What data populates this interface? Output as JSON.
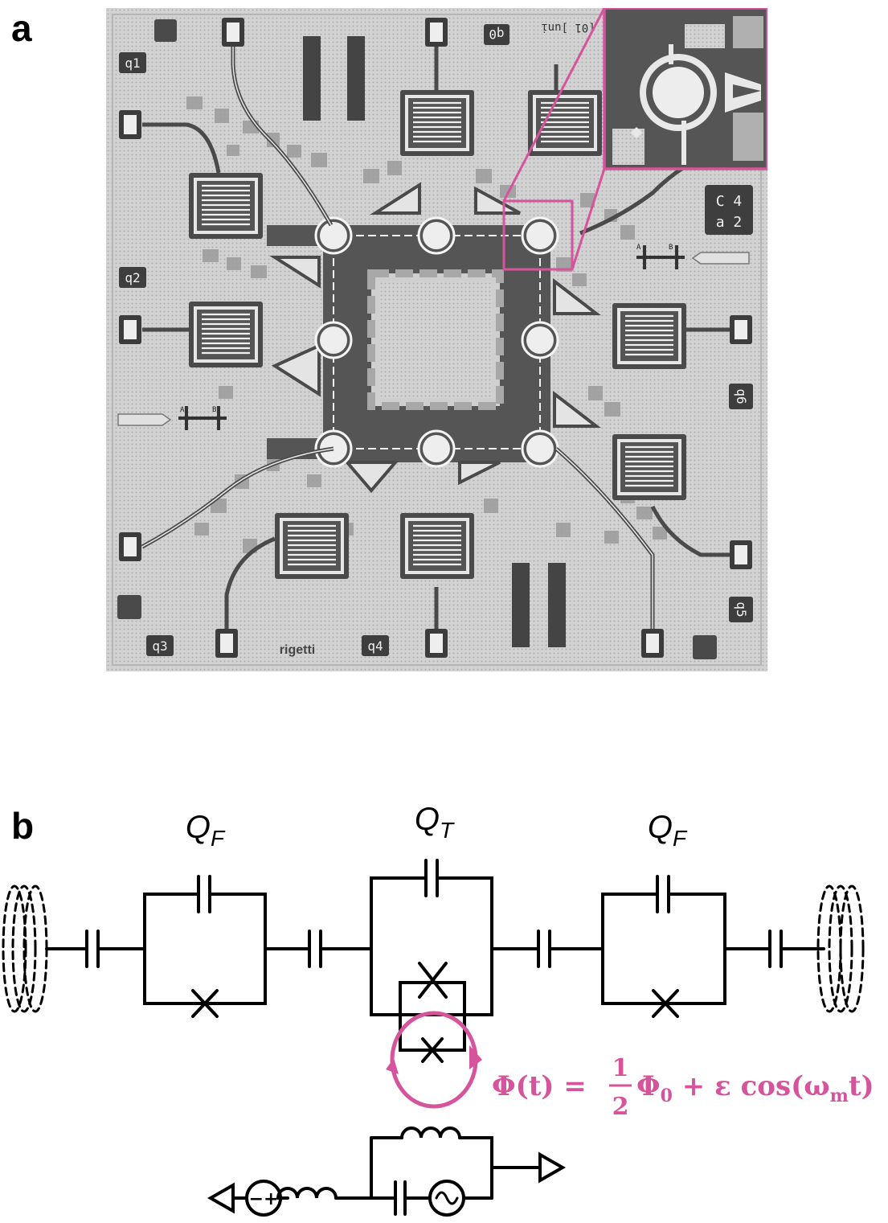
{
  "panels": {
    "a": {
      "label": "a"
    },
    "b": {
      "label": "b"
    }
  },
  "chip": {
    "qubit_labels": [
      "q0",
      "q1",
      "q2",
      "q3",
      "q4",
      "q5",
      "q6"
    ],
    "brand": "rigetti",
    "corner_code": [
      "C 4",
      "a 2"
    ],
    "top_code": "[01 ]uni",
    "marker_letters": [
      "A",
      "B"
    ],
    "colors": {
      "background": "#c9c9c9",
      "metal": "#5b5b5b",
      "highlight": "#d6549c"
    }
  },
  "circuit": {
    "q_left": {
      "main": "Q",
      "sub": "F"
    },
    "q_mid": {
      "main": "Q",
      "sub": "T"
    },
    "q_right": {
      "main": "Q",
      "sub": "F"
    },
    "flux_equation": {
      "lhs": "Φ(t) =",
      "frac_num": "1",
      "frac_den": "2",
      "rhs_1": "Φ",
      "rhs_1_sub": "0",
      "rhs_2": " + ε cos(ω",
      "rhs_2_sub": "m",
      "rhs_3": "t)"
    },
    "dc_source_symbol": "−+",
    "colors": {
      "wire": "#000000",
      "flux": "#d6549c"
    }
  }
}
